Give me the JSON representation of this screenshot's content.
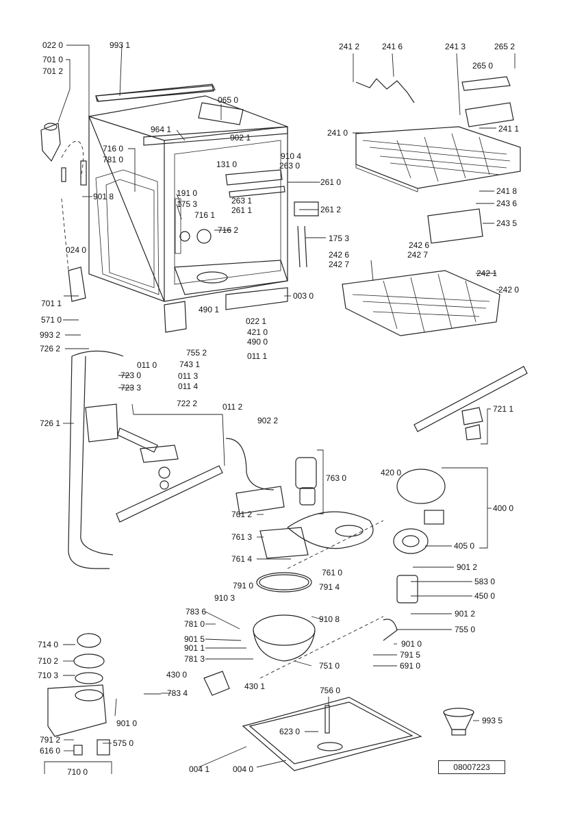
{
  "drawing_code": "08007223",
  "part_labels": [
    "022 0",
    "993 1",
    "701 0",
    "701 2",
    "065 0",
    "964 1",
    "902 1",
    "716 0",
    "781 0",
    "131 0",
    "910 4",
    "263 0",
    "901 8",
    "191 0",
    "175 3",
    "263 1",
    "261 1",
    "261 0",
    "261 2",
    "716 1",
    "716 2",
    "175 3",
    "024 0",
    "003 0",
    "701 1",
    "022 1",
    "490 1",
    "571 0",
    "421 0",
    "490 0",
    "993 2",
    "726 2",
    "755 2",
    "011 0",
    "011 1",
    "743 1",
    "723 0",
    "011 3",
    "011 4",
    "723 3",
    "011 2",
    "902 2",
    "722 2",
    "726 1",
    "241 2",
    "241 6",
    "241 3",
    "265 2",
    "265 0",
    "241 1",
    "241 0",
    "241 8",
    "243 6",
    "243 5",
    "242 6",
    "242 7",
    "242 6",
    "242 7",
    "242 1",
    "242 0",
    "721 1",
    "763 0",
    "420 0",
    "400 0",
    "761 2",
    "761 3",
    "761 4",
    "761 0",
    "405 0",
    "901 2",
    "791 0",
    "791 4",
    "583 0",
    "450 0",
    "910 3",
    "910 8",
    "901 2",
    "783 6",
    "781 0",
    "755 0",
    "901 5",
    "901 0",
    "901 1",
    "781 3",
    "791 5",
    "714 0",
    "751 0",
    "691 0",
    "710 2",
    "430 0",
    "430 1",
    "710 3",
    "783 4",
    "756 0",
    "901 0",
    "791 2",
    "575 0",
    "623 0",
    "993 5",
    "616 0",
    "004 1",
    "004 0",
    "710 0"
  ]
}
